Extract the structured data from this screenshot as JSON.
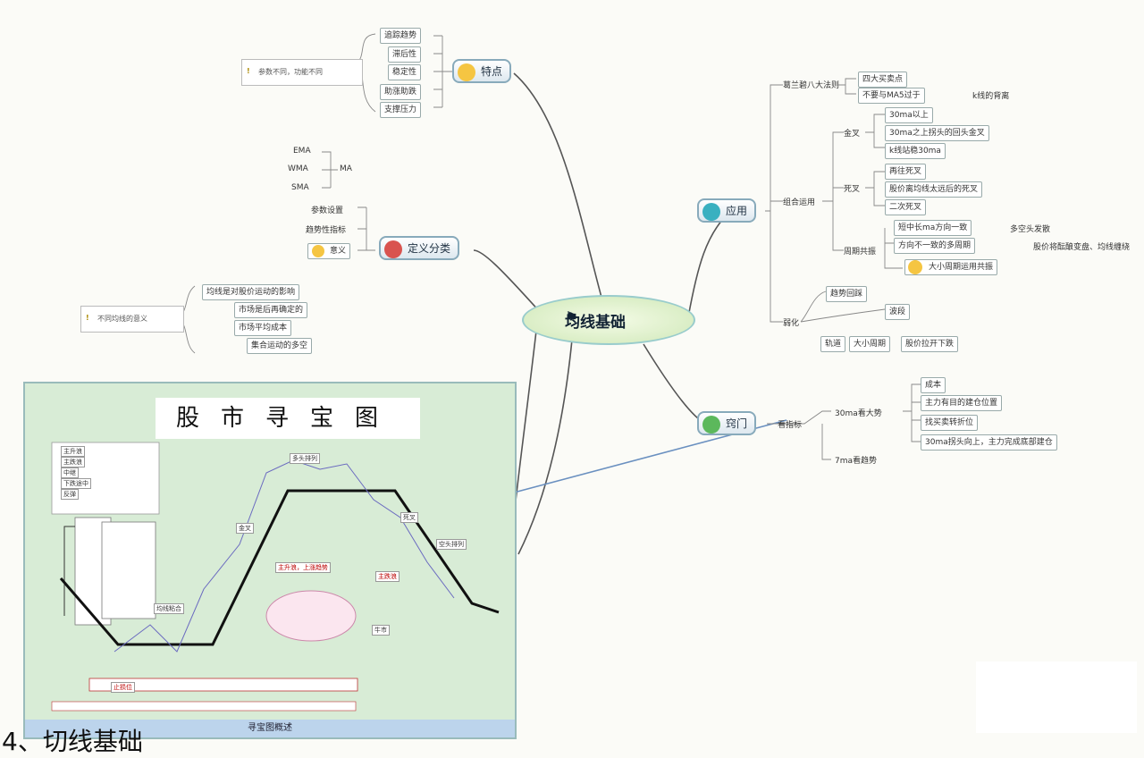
{
  "root": {
    "label": "均线基础"
  },
  "features": {
    "title": "特点",
    "items": [
      "追踪趋势",
      "滞后性",
      "稳定性",
      "助涨助跌",
      "支撑压力"
    ],
    "note": "参数不同，功能不同"
  },
  "definition": {
    "title": "定义分类",
    "ma_types": [
      "EMA",
      "WMA",
      "SMA"
    ],
    "ma_label": "MA",
    "items": [
      "参数设置",
      "趋势性指标"
    ],
    "meaning_label": "意义",
    "meaning_items": [
      "均线是对股价运动的影响",
      "市场是后再确定的",
      "市场平均成本",
      "集合运动的多空"
    ],
    "meaning_note": "不同均线的意义"
  },
  "application": {
    "title": "应用",
    "granville": {
      "label": "葛兰碧八大法则",
      "items": [
        "四大买卖点"
      ],
      "ma5": "不要与MA5过于",
      "ma5_tail": "k线的背离"
    },
    "golden": {
      "label": "金叉",
      "items": [
        "30ma以上",
        "30ma之上拐头的回头金叉",
        "k线站稳30ma"
      ]
    },
    "death": {
      "label": "死叉",
      "items": [
        "再往死叉",
        "股价离均线太远后的死叉",
        "二次死叉"
      ]
    },
    "cross_label": "组合运用",
    "arrange": {
      "label": "周期共振",
      "items": [
        "短中长ma方向一致",
        "方向不一致的多周期"
      ],
      "tails": [
        "多空头发散",
        "股价将酝酿变盘、均线缠绕"
      ],
      "extra": "大小周期运用共振"
    },
    "trend": {
      "label": "弱化",
      "items": [
        "趋势回踩",
        "波段"
      ],
      "bottom": [
        "轨道",
        "大小周期",
        "股价拉开下跌"
      ]
    }
  },
  "tricks": {
    "title": "窍门",
    "sub": "看指标",
    "ma30": {
      "label": "30ma看大势",
      "items": [
        "成本",
        "主力有目的建仓位置",
        "找买卖转折位",
        "30ma拐头向上，主力完成底部建仓"
      ]
    },
    "ma7": "7ma看趋势"
  },
  "panel": {
    "title": "股市寻宝图",
    "caption": "寻宝图概述",
    "legend": [
      "主升浪",
      "主跌浪",
      "中继",
      "下跌途中",
      "反弹"
    ],
    "labels": [
      "多头排列",
      "空头排列",
      "金叉",
      "死叉",
      "均线粘合",
      "牛市"
    ],
    "red_labels": [
      "主升浪，上涨趋势",
      "主跌浪",
      "止损位"
    ]
  },
  "heading": "4、切线基础"
}
